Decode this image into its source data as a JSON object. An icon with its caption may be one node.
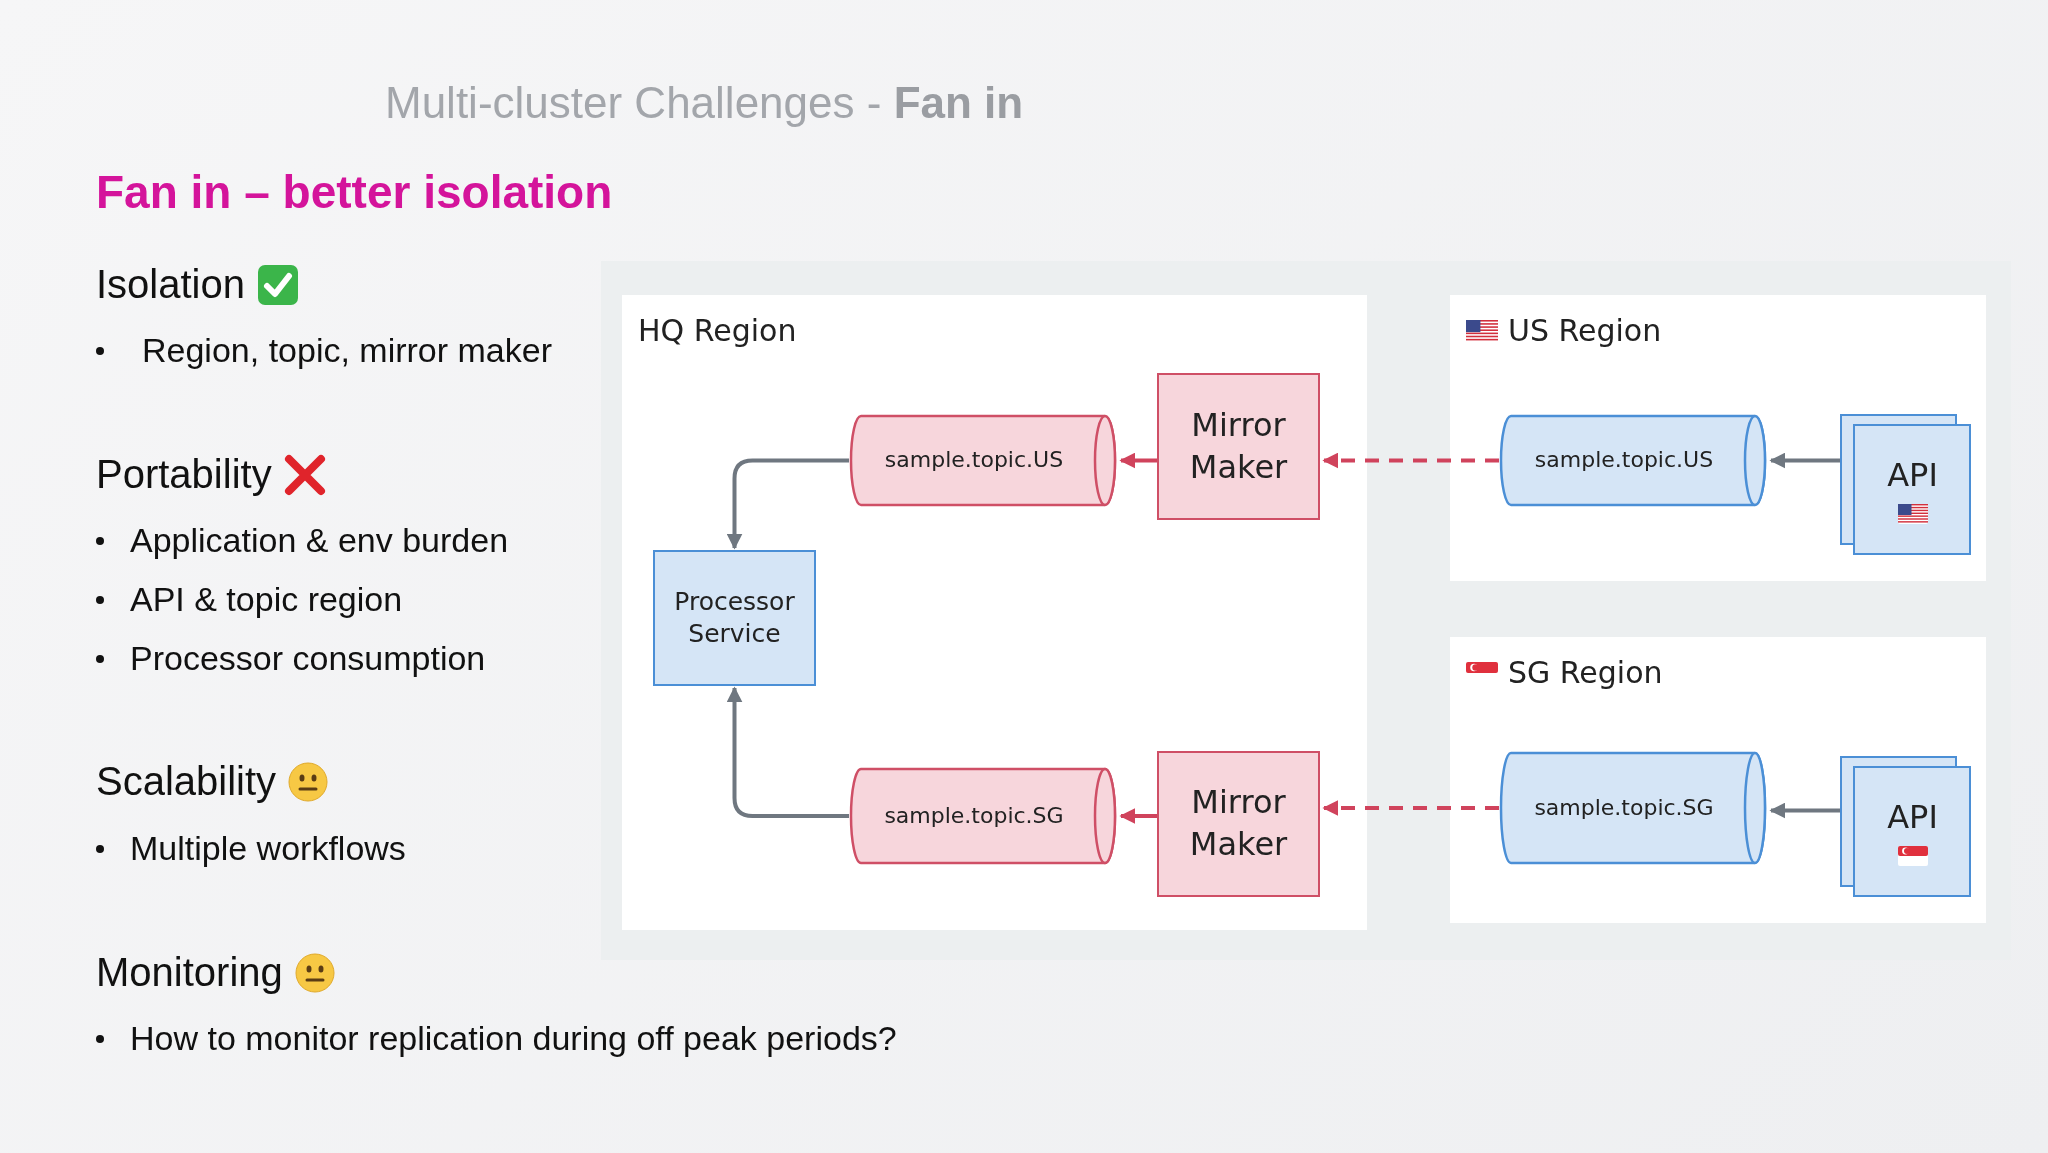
{
  "diagram": {
    "title": "Multi-cluster Challenges - **Fan in**",
    "nodes": [
      {
        "text": [
          "HQ Region"
        ]
      },
      {
        "text": [
          "sample.topic.US"
        ],
        "in": 0
      },
      {
        "text": [
          "Mirror Maker"
        ],
        "in": 0
      },
      {
        "text": [
          "Processor Service"
        ],
        "in": 0
      },
      {
        "text": [
          "sample.topic.SG"
        ],
        "in": 0
      },
      {
        "text": [
          "Mirror Maker"
        ],
        "in": 0
      },
      {
        "text": [
          "US Region"
        ]
      },
      {
        "text": [
          "sample.topic.US"
        ],
        "in": 6
      },
      {
        "text": [
          "API"
        ],
        "in": 6
      },
      {
        "text": [
          "SG Region"
        ]
      },
      {
        "text": [
          "sample.topic.SG"
        ],
        "in": 9
      },
      {
        "text": [
          "API"
        ],
        "in": 9
      }
    ],
    "edges": [
      {
        "from": 8,
        "to": 7,
        "arrow": "to"
      },
      {
        "from": 7,
        "to": 2,
        "arrow": "to",
        "style": "dashed",
        "color": "#d0435c"
      },
      {
        "from": 2,
        "to": 1,
        "arrow": "to",
        "color": "#d0435c"
      },
      {
        "from": 1,
        "to": 3,
        "arrow": "to"
      },
      {
        "from": 11,
        "to": 10,
        "arrow": "to"
      },
      {
        "from": 10,
        "to": 5,
        "arrow": "to",
        "style": "dashed",
        "color": "#d0435c"
      },
      {
        "from": 5,
        "to": 4,
        "arrow": "to",
        "color": "#d0435c"
      },
      {
        "from": 4,
        "to": 3,
        "arrow": "to"
      }
    ],
    "labels": [
      "Fan in – better isolation",
      "Isolation",
      "Region, topic, mirror maker",
      "Portability",
      "Application & env burden",
      "API & topic region",
      "Processor consumption",
      "Scalability",
      "Multiple workflows",
      "Monitoring",
      "How to monitor replication during off peak periods?"
    ]
  }
}
